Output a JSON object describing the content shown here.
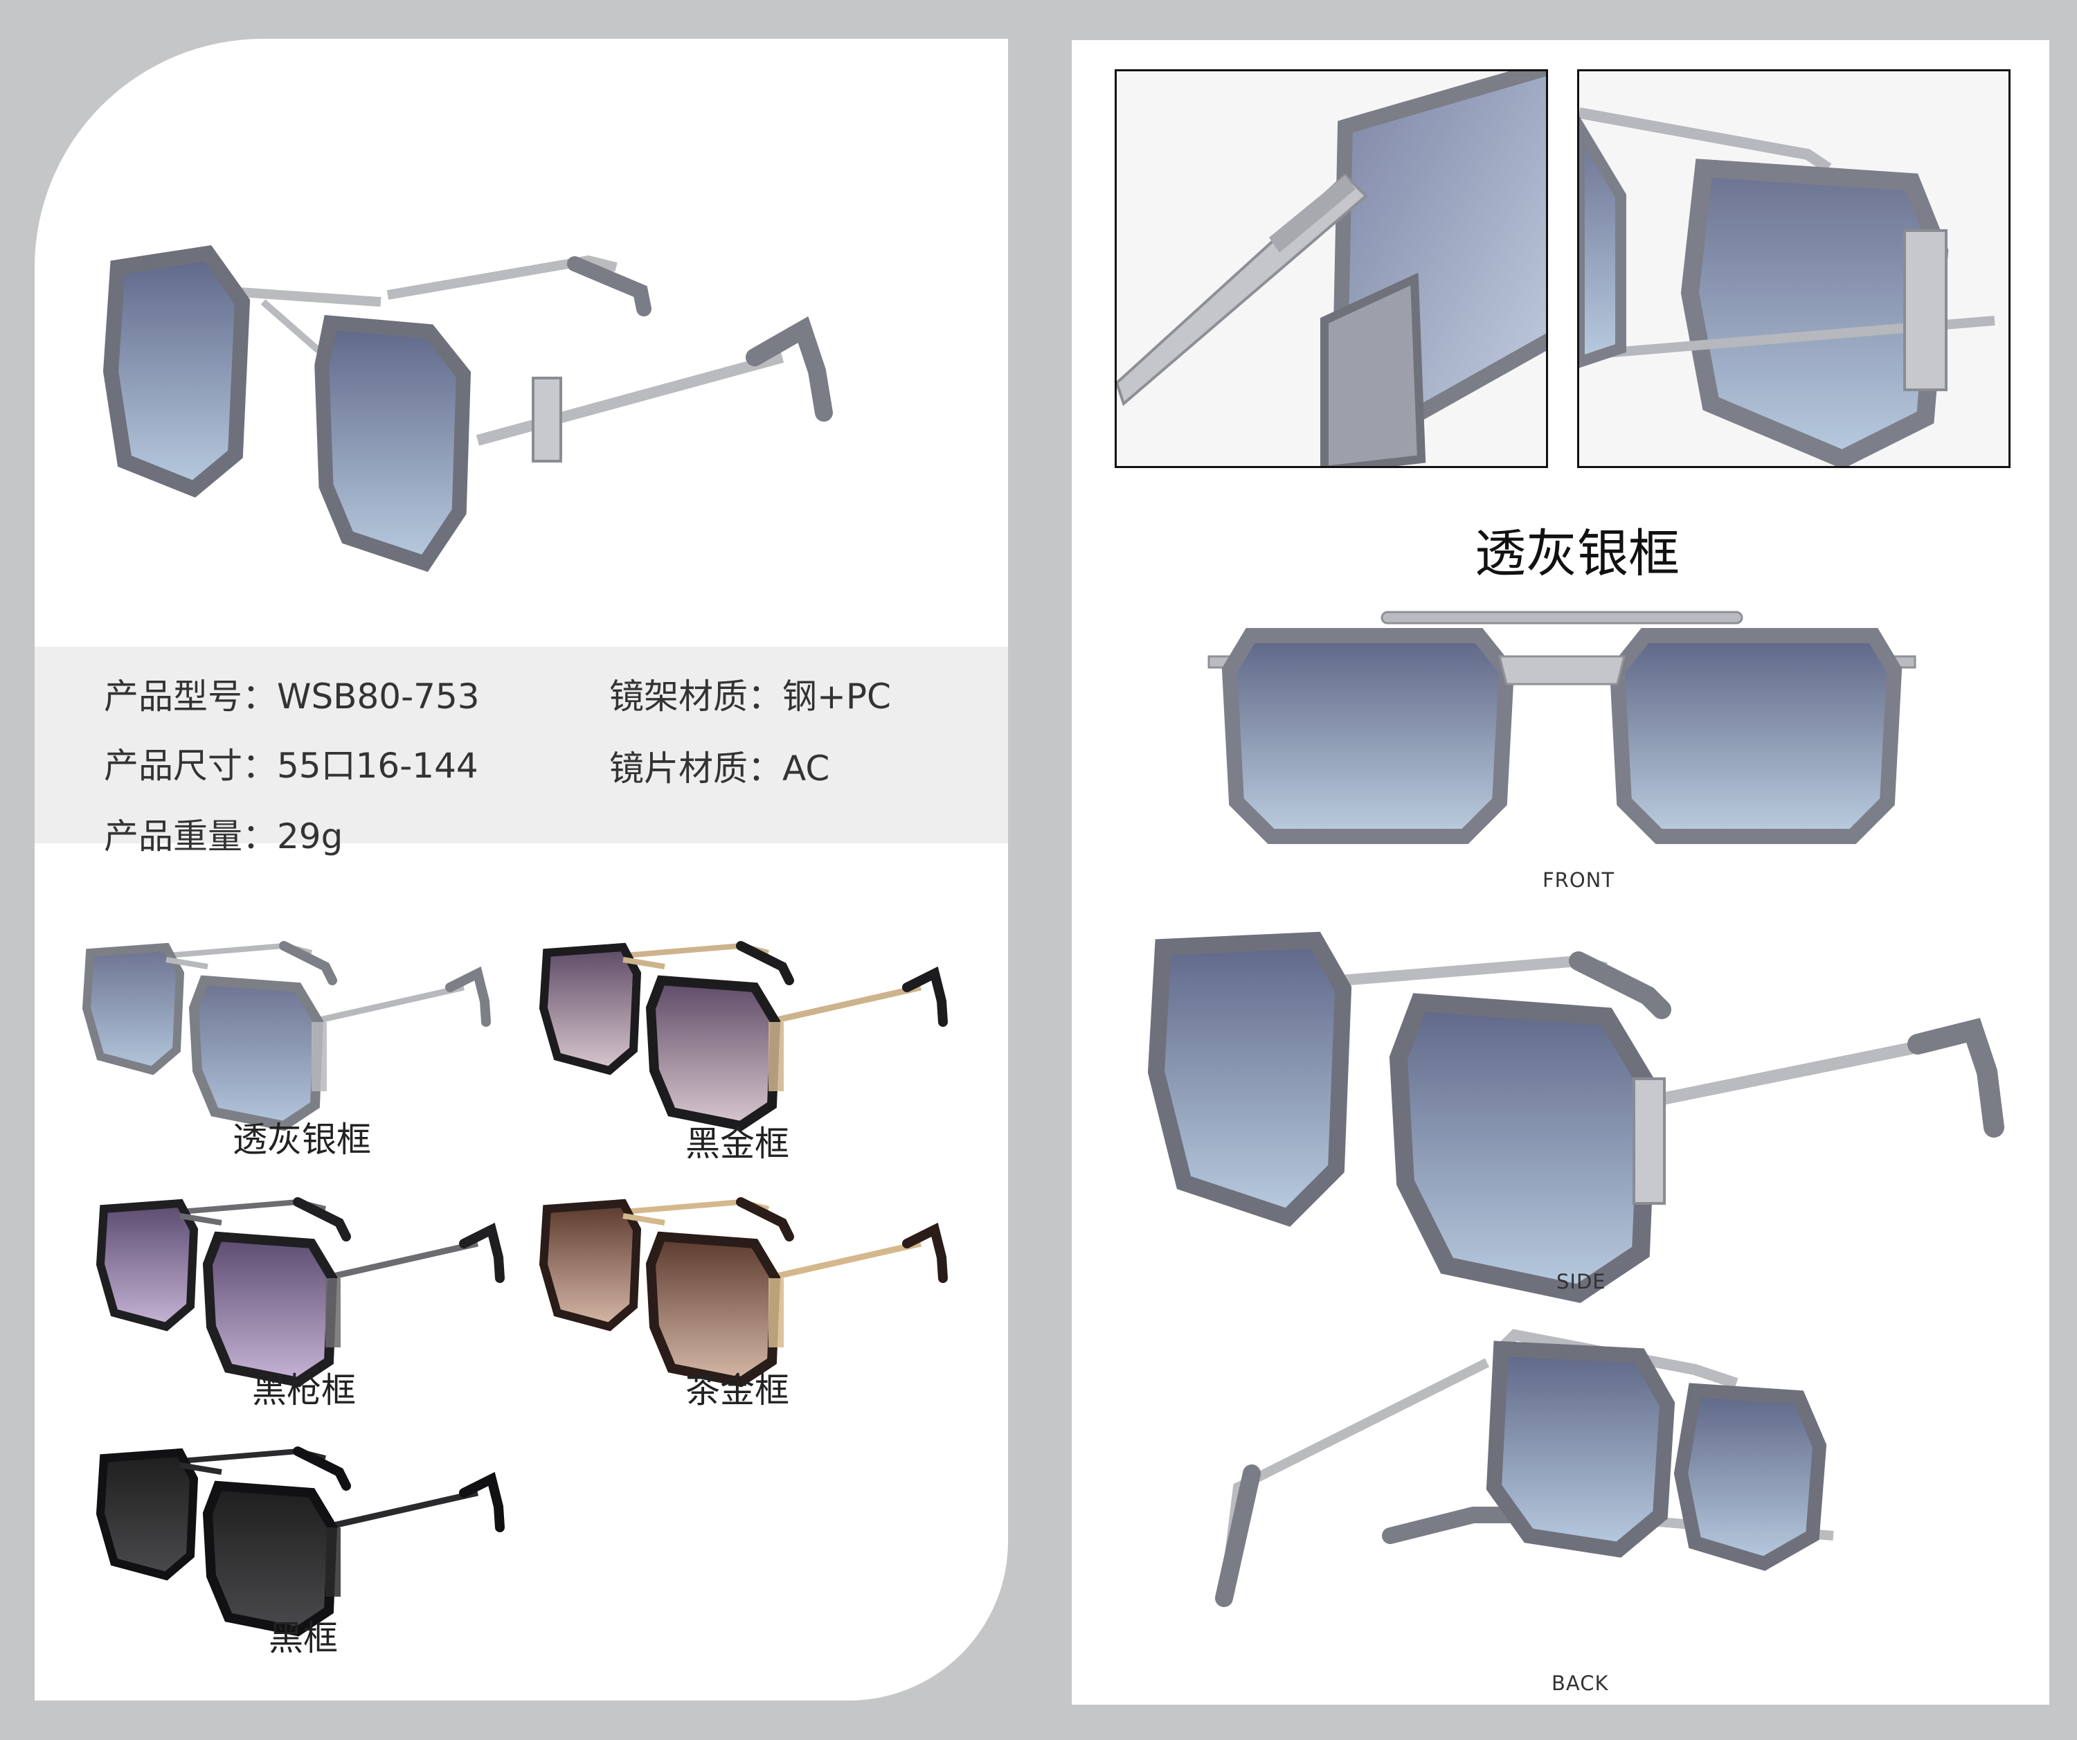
{
  "specs": {
    "model": "产品型号：WSB80-753",
    "size": "产品尺寸：55口16-144",
    "weight": "产品重量：29g",
    "frame_material": "镜架材质：钢+PC",
    "lens_material": "镜片材质：AC"
  },
  "variants": [
    {
      "label": "透灰银框",
      "frame": "#7d7f86",
      "metal": "#b7b9bd",
      "lens_top": "#6c7390",
      "lens_bottom": "#b3c6dc"
    },
    {
      "label": "黑金框",
      "frame": "#1c1c1e",
      "metal": "#cdb38c",
      "lens_top": "#5d4a66",
      "lens_bottom": "#d9c8cf"
    },
    {
      "label": "黑枪框",
      "frame": "#1f1f22",
      "metal": "#6c6c70",
      "lens_top": "#5a4b6f",
      "lens_bottom": "#c7b4d6"
    },
    {
      "label": "茶金框",
      "frame": "#2a1c18",
      "metal": "#d4b88c",
      "lens_top": "#5b3a2e",
      "lens_bottom": "#d7b9a8"
    },
    {
      "label": "黑框",
      "frame": "#111113",
      "metal": "#2a2a2c",
      "lens_top": "#1e1e1f",
      "lens_bottom": "#4a4a4c"
    }
  ],
  "color_title": "透灰银框",
  "views": {
    "front": "FRONT",
    "side": "SIDE",
    "back": "BACK"
  },
  "colors": {
    "background": "#c5c6c7",
    "panel": "#ffffff",
    "spec_band": "#eeeeee"
  }
}
